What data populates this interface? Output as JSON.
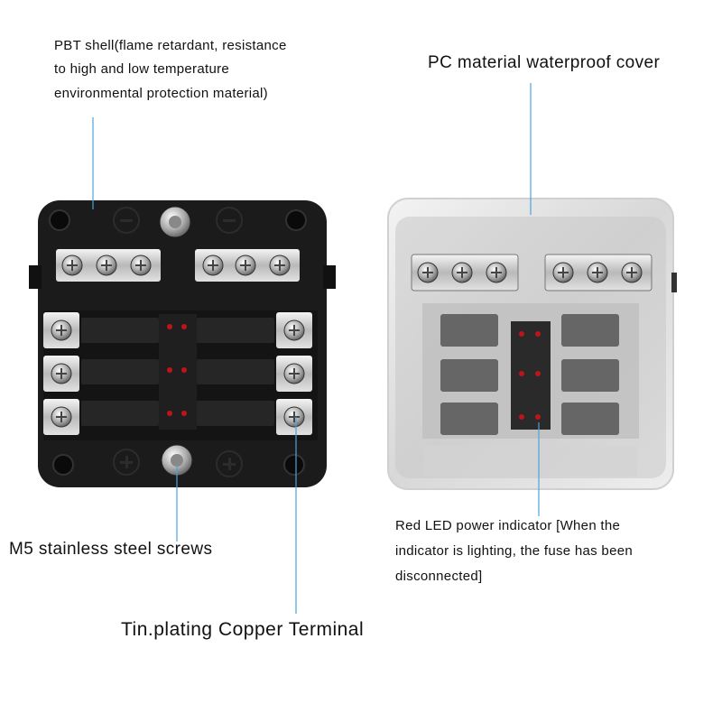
{
  "labels": {
    "pbt_line1": "PBT shell(flame retardant, resistance",
    "pbt_line2": "to high and low temperature",
    "pbt_line3": "environmental protection material)",
    "pc_cover": "PC material waterproof cover",
    "m5_screws": "M5 stainless steel screws",
    "tin_terminal": "Tin.plating Copper Terminal",
    "led_line1": "Red LED power indicator [When the",
    "led_line2": "indicator is lighting, the fuse has been",
    "led_line3": "disconnected]"
  },
  "colors": {
    "body": "#1b1b1b",
    "leader_line": "#4aa3d8",
    "led": "#c0141a",
    "cover": "#e6e6e6"
  }
}
